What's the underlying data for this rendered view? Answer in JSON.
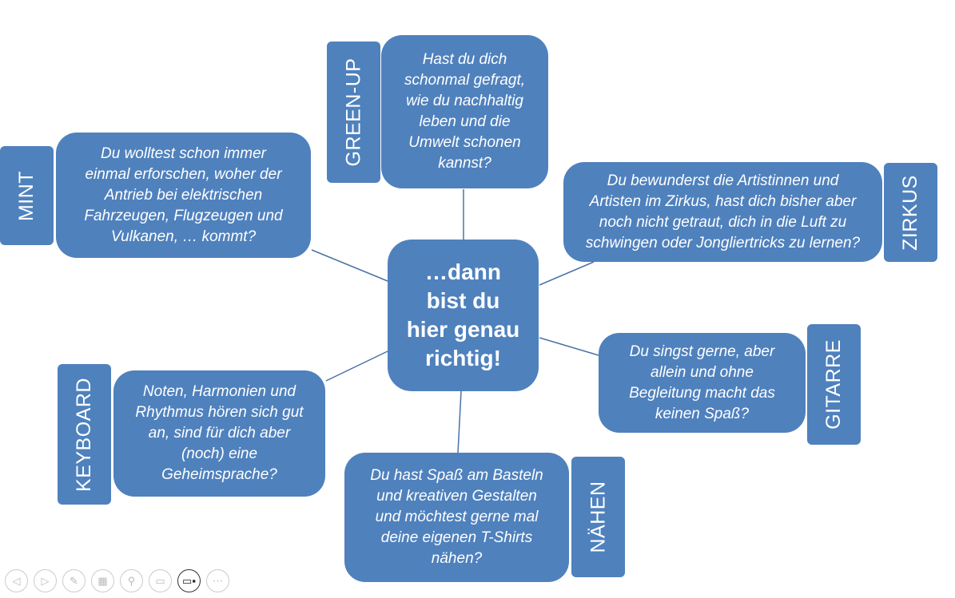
{
  "center": "…dann\nbist du\nhier genau\nrichtig!",
  "nodes": {
    "greenup": {
      "label": "GREEN-UP",
      "text": "Hast du dich\nschonmal gefragt,\nwie du nachhaltig\nleben und die\nUmwelt schonen\nkannst?"
    },
    "mint": {
      "label": "MINT",
      "text": "Du wolltest schon immer\neinmal erforschen, woher der\nAntrieb bei elektrischen\nFahrzeugen, Flugzeugen und\nVulkanen, … kommt?"
    },
    "zirkus": {
      "label": "ZIRKUS",
      "text": "Du bewunderst die Artistinnen und\nArtisten im Zirkus, hast dich bisher aber\nnoch nicht getraut, dich in die Luft zu\nschwingen oder Jongliertricks zu lernen?"
    },
    "gitarre": {
      "label": "GITARRE",
      "text": "Du singst gerne, aber\nallein und ohne\nBegleitung macht das\nkeinen Spaß?"
    },
    "keyboard": {
      "label": "KEYBOARD",
      "text": "Noten, Harmonien und\nRhythmus hören sich gut\nan, sind für dich aber\n(noch) eine\nGeheimsprache?"
    },
    "naehen": {
      "label": "NÄHEN",
      "text": "Du hast Spaß am Basteln\nund kreativen Gestalten\nund möchtest gerne mal\ndeine eigenen T-Shirts\nnähen?"
    }
  },
  "toolbar": {
    "icons": [
      "previous",
      "next",
      "pen",
      "slides",
      "zoom",
      "subtitles",
      "camera",
      "more"
    ],
    "active": "camera"
  },
  "colors": {
    "shape": "#4f81bd",
    "line": "#4a72a8"
  }
}
